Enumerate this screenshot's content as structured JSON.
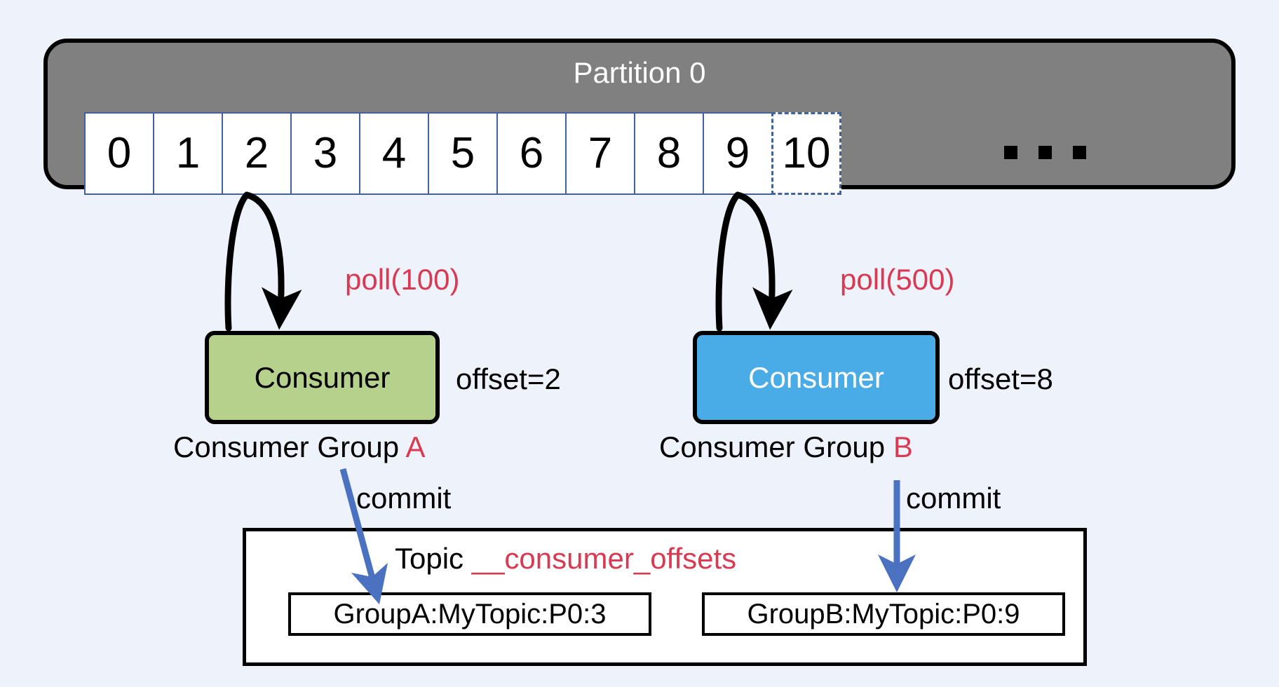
{
  "partition": {
    "title": "Partition 0",
    "offsets": [
      "0",
      "1",
      "2",
      "3",
      "4",
      "5",
      "6",
      "7",
      "8",
      "9"
    ],
    "next_offset": "10",
    "ellipsis": "· · ·",
    "header_color": "#808080",
    "cell_border_color": "#41629a"
  },
  "consumers": [
    {
      "id": "a",
      "box_label": "Consumer",
      "box_color": "#b5d18c",
      "box_text_color": "#000000",
      "poll_label": "poll(100)",
      "offset_label": "offset=2",
      "group_prefix": "Consumer Group ",
      "group_letter": "A",
      "commit_label": "commit",
      "read_from_offset": "2"
    },
    {
      "id": "b",
      "box_label": "Consumer",
      "box_color": "#4aace7",
      "box_text_color": "#ffffff",
      "poll_label": "poll(500)",
      "offset_label": "offset=8",
      "group_prefix": "Consumer Group ",
      "group_letter": "B",
      "commit_label": "commit",
      "read_from_offset": "8"
    }
  ],
  "topic": {
    "title_prefix": "Topic ",
    "name": "__consumer_offsets",
    "entries": [
      {
        "text": "GroupA:MyTopic:P0:3"
      },
      {
        "text": "GroupB:MyTopic:P0:9"
      }
    ]
  },
  "colors": {
    "background": "#eef2fb",
    "accent_red": "#d93a52",
    "commit_arrow_blue": "#4a72c0",
    "poll_arrow_black": "#000000"
  }
}
